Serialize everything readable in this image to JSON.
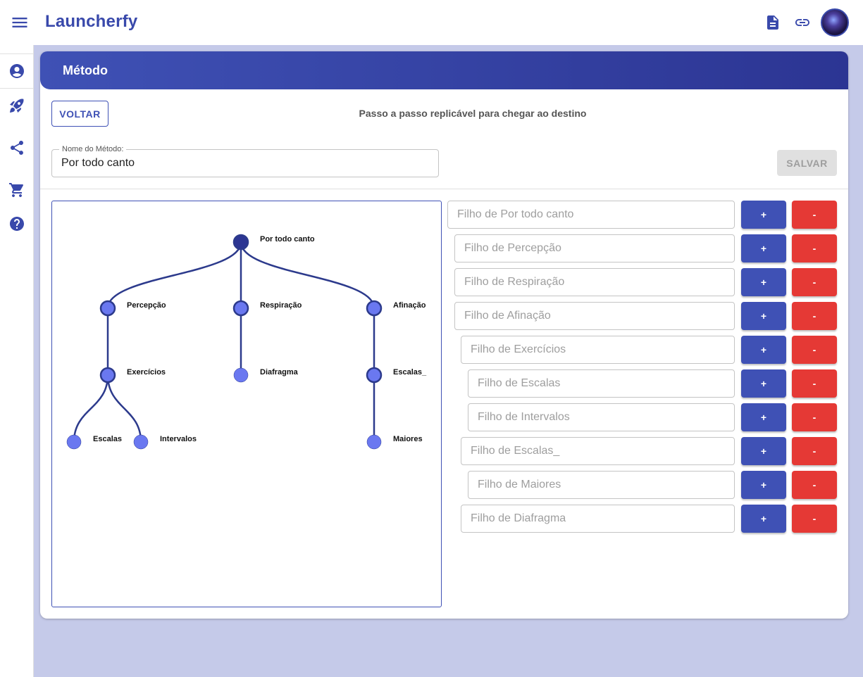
{
  "app": {
    "brand": "Launcherfy"
  },
  "header_icons": [
    "menu-icon",
    "document-icon",
    "link-icon",
    "avatar"
  ],
  "rail_icons": [
    "account-icon",
    "rocket-icon",
    "share-icon",
    "cart-icon",
    "help-icon"
  ],
  "page": {
    "title": "Método",
    "back_label": "VOLTAR",
    "subtitle": "Passo a passo replicável para chegar ao destino",
    "name_field_label": "Nome do Método:",
    "name_field_value": "Por todo canto",
    "save_label": "SALVAR"
  },
  "tree": {
    "root": "Por todo canto",
    "nodes": [
      {
        "id": "root",
        "label": "Por todo canto",
        "parent": null
      },
      {
        "id": "percepcao",
        "label": "Percepção",
        "parent": "root"
      },
      {
        "id": "respiracao",
        "label": "Respiração",
        "parent": "root"
      },
      {
        "id": "afinacao",
        "label": "Afinação",
        "parent": "root"
      },
      {
        "id": "exercicios",
        "label": "Exercícios",
        "parent": "percepcao"
      },
      {
        "id": "diafragma",
        "label": "Diafragma",
        "parent": "respiracao"
      },
      {
        "id": "escalas_",
        "label": "Escalas_",
        "parent": "afinacao"
      },
      {
        "id": "escalas",
        "label": "Escalas",
        "parent": "exercicios"
      },
      {
        "id": "intervalos",
        "label": "Intervalos",
        "parent": "exercicios"
      },
      {
        "id": "maiores",
        "label": "Maiores",
        "parent": "escalas_"
      }
    ]
  },
  "children_rows": [
    {
      "placeholder": "Filho de Por todo canto",
      "depth": 0,
      "plus": "+",
      "minus": "-"
    },
    {
      "placeholder": "Filho de Percepção",
      "depth": 1,
      "plus": "+",
      "minus": "-"
    },
    {
      "placeholder": "Filho de Respiração",
      "depth": 1,
      "plus": "+",
      "minus": "-"
    },
    {
      "placeholder": "Filho de Afinação",
      "depth": 1,
      "plus": "+",
      "minus": "-"
    },
    {
      "placeholder": "Filho de Exercícios",
      "depth": 2,
      "plus": "+",
      "minus": "-"
    },
    {
      "placeholder": "Filho de Escalas",
      "depth": 3,
      "plus": "+",
      "minus": "-"
    },
    {
      "placeholder": "Filho de Intervalos",
      "depth": 3,
      "plus": "+",
      "minus": "-"
    },
    {
      "placeholder": "Filho de Escalas_",
      "depth": 2,
      "plus": "+",
      "minus": "-"
    },
    {
      "placeholder": "Filho de Maiores",
      "depth": 3,
      "plus": "+",
      "minus": "-"
    },
    {
      "placeholder": "Filho de Diafragma",
      "depth": 2,
      "plus": "+",
      "minus": "-"
    }
  ],
  "colors": {
    "primary": "#3f51b5",
    "danger": "#e53935",
    "backdrop": "#c5cae9",
    "node_root": "#2c3593",
    "node_child": "#6a78f0",
    "edge": "#2c3a8c"
  }
}
